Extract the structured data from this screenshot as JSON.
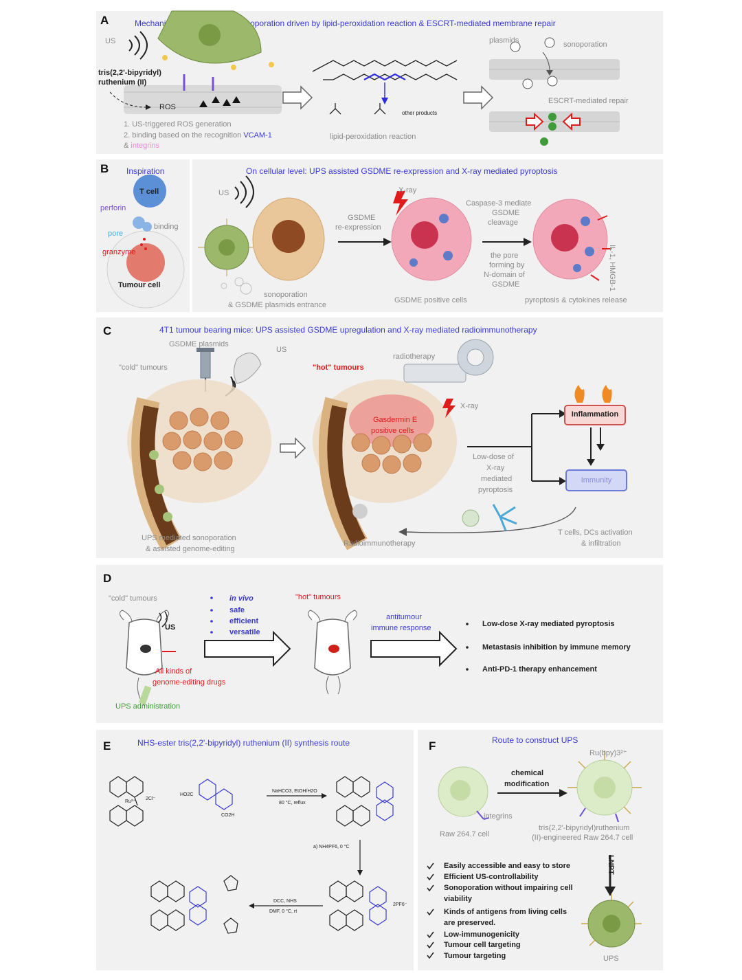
{
  "panelA": {
    "label": "A",
    "title": "Mechanism: UPS mediated sonoporation driven by lipid-peroxidation reaction & ESCRT-mediated membrane repair",
    "us": "US",
    "ru_line1": "tris(2,2'-bipyridyl)",
    "ru_line2": "ruthenium (II)",
    "ros": "ROS",
    "step1": "1. US-triggered ROS generation",
    "step2_prefix": "2. binding based on the recognition",
    "step2_vcam": "VCAM-1",
    "step2_amp": "&",
    "step2_integrins": "integrins",
    "lipid_label": "lipid-peroxidation reaction",
    "other_products": "other products",
    "plasmids": "plasmids",
    "sonoporation": "sonoporation",
    "escrt": "ESCRT-mediated repair"
  },
  "panelB": {
    "label": "B",
    "insp_title": "Inspiration",
    "tcell": "T cell",
    "perforin": "perforin",
    "binding": "binding",
    "pore": "pore",
    "granzyme": "granzyme",
    "tumour_cell": "Tumour cell",
    "title": "On cellular level: UPS assisted GSDME re-expression and X-ray mediated pyroptosis",
    "us": "US",
    "gsdme_re_1": "GSDME",
    "gsdme_re_2": "re-expression",
    "xray": "X-ray",
    "caspase_1": "Caspase-3 mediate",
    "caspase_2": "GSDME",
    "caspase_3": "cleavage",
    "pore_1": "the pore",
    "pore_2": "forming by",
    "pore_3": "N-domain of",
    "pore_4": "GSDME",
    "il": "IL-1, HMGB-1",
    "sono_1": "sonoporation",
    "sono_2": "& GSDME plasmids entrance",
    "positive": "GSDME positive cells",
    "pyro": "pyroptosis & cytokines release"
  },
  "panelC": {
    "label": "C",
    "title": "4T1 tumour bearing mice: UPS assisted GSDME upregulation and X-ray mediated radioimmunotherapy",
    "plasmids": "GSDME plasmids",
    "us": "US",
    "cold": "\"cold\" tumours",
    "hot": "\"hot\" tumours",
    "radiotherapy": "radiotherapy",
    "xray": "X-ray",
    "gasd_1": "Gasdermin E",
    "gasd_2": "positive cells",
    "low_1": "Low-dose of",
    "low_2": "X-ray",
    "low_3": "mediated",
    "low_4": "pyroptosis",
    "inflammation": "Inflammation",
    "immunity": "Immunity",
    "tcells_1": "T cells, DCs activation",
    "tcells_2": "& infiltration",
    "radioimmuno": "Radioimmunotherapy",
    "ups_1": "UPS mediated sonoporation",
    "ups_2": "& assisted genome-editing"
  },
  "panelD": {
    "label": "D",
    "cold": "\"cold\" tumours",
    "hot": "\"hot\" tumours",
    "us": "US",
    "features": [
      "in vivo",
      "safe",
      "efficient",
      "versatile"
    ],
    "drugs_1": "All kinds of",
    "drugs_2": "genome-editing drugs",
    "admin": "UPS administration",
    "antitumour_1": "antitumour",
    "antitumour_2": "immune response",
    "outcomes": [
      "Low-dose X-ray mediated pyroptosis",
      "Metastasis inhibition by immune memory",
      "Anti-PD-1 therapy enhancement"
    ]
  },
  "panelE": {
    "label": "E",
    "title": "NHS-ester tris(2,2'-bipyridyl) ruthenium (II) synthesis route",
    "cond1_1": "NaHCO3, EtOH/H2O",
    "cond1_2": "80 °C, reflux",
    "cond2": "a) NH4PF6, 0 °C",
    "cond3_1": "DCC, NHS",
    "cond3_2": "DMF, 0 °C, rt",
    "cl": "2Cl⁻",
    "pf6": "2PF6⁻",
    "co2h": "CO2H",
    "ho2c": "HO2C",
    "ru": "Ru²⁺"
  },
  "panelF": {
    "label": "F",
    "title": "Route to construct  UPS",
    "ru_label": "Ru(bpy)3²⁺",
    "chem_1": "chemical",
    "chem_2": "modification",
    "integrins": "integrins",
    "raw": "Raw 264.7 cell",
    "eng_1": "tris(2,2'-bipyridyl)ruthenium",
    "eng_2": "(II)-engineered Raw 264.7 cell",
    "lnpt": "LNPT",
    "ups": "UPS",
    "checks": [
      "Easily accessible and easy to store",
      "Efficient US-controllability",
      "Sonoporation without impairing cell",
      "viability",
      "Kinds of antigens from living cells",
      "are preserved.",
      "Low-immunogenicity",
      "Tumour cell targeting",
      "Tumour targeting"
    ]
  },
  "colors": {
    "panel_bg": "#f2f1f1",
    "title_blue": "#3a3ad6",
    "accent_red": "#e01b1b",
    "gray_text": "#8a8a8a"
  }
}
